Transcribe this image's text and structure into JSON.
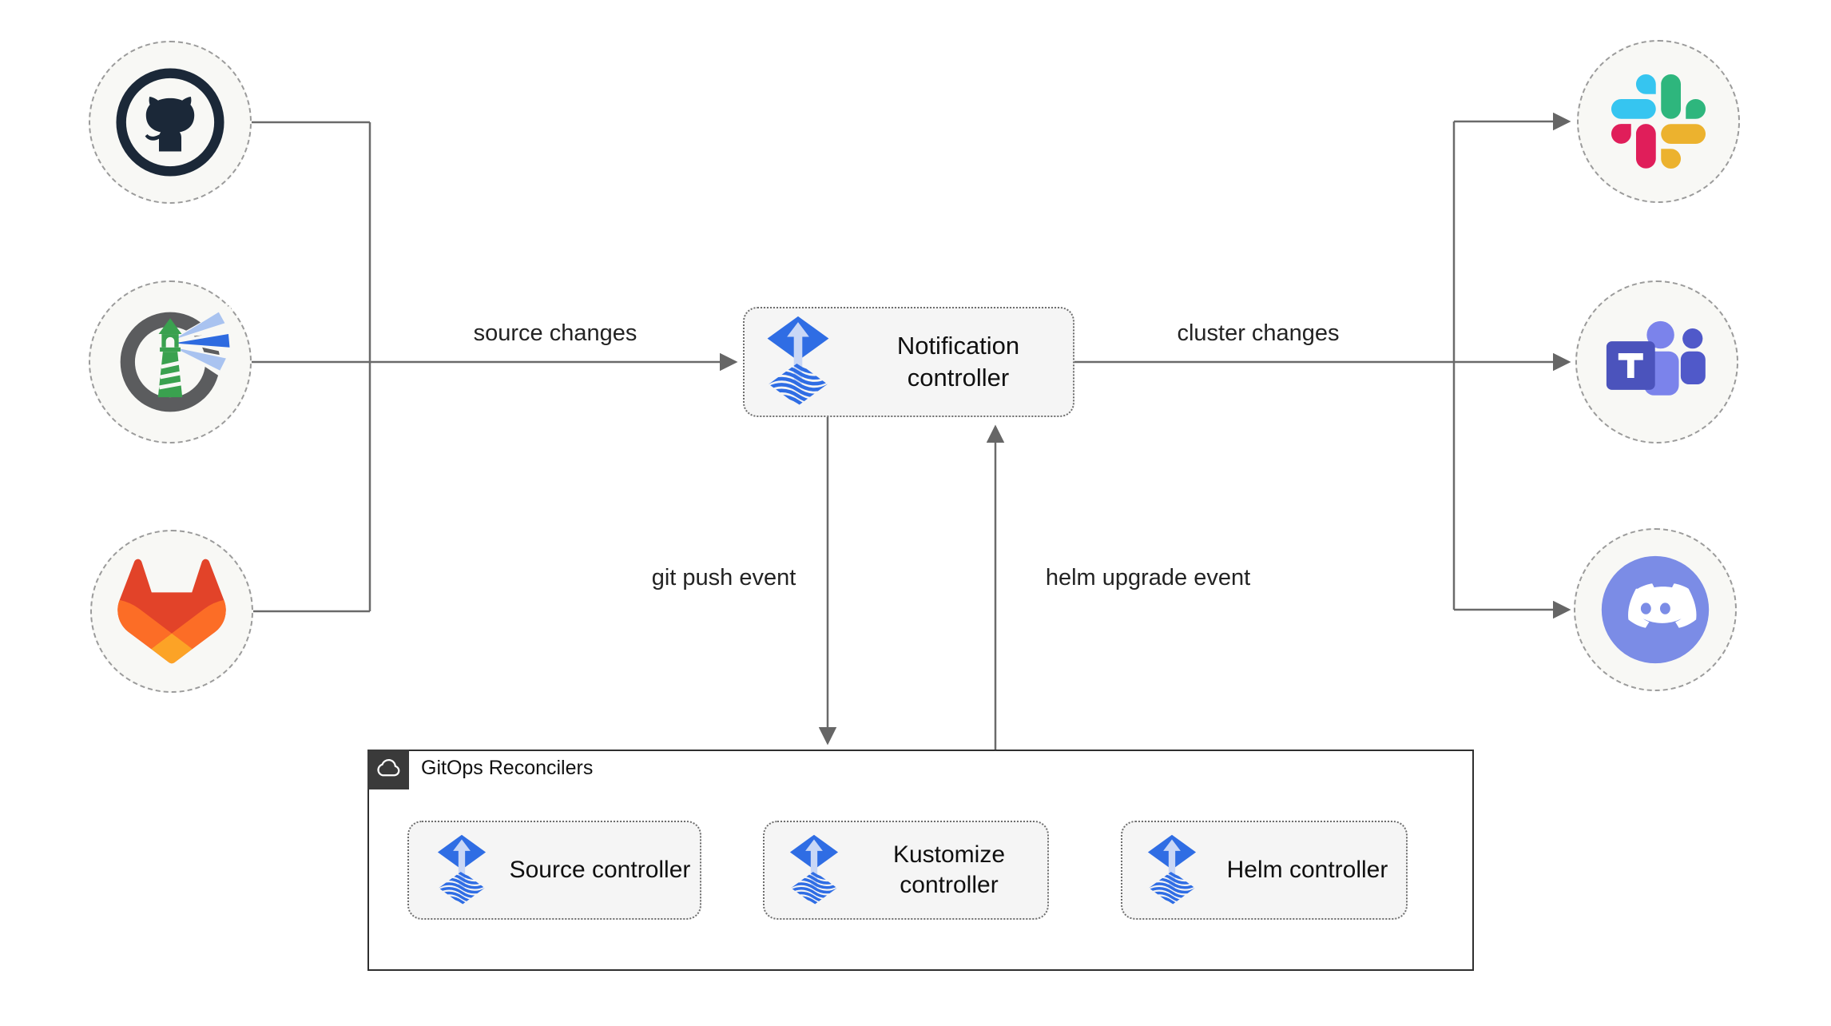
{
  "edges": {
    "source_changes": "source changes",
    "cluster_changes": "cluster changes",
    "git_push_event": "git push event",
    "helm_upgrade_event": "helm upgrade event"
  },
  "notification_controller": {
    "label": "Notification controller",
    "icon": "flux-icon"
  },
  "gitops_reconcilers": {
    "label": "GitOps Reconcilers",
    "icon": "cloud-icon",
    "controllers": [
      {
        "label": "Source controller",
        "icon": "flux-icon"
      },
      {
        "label": "Kustomize controller",
        "icon": "flux-icon"
      },
      {
        "label": "Helm controller",
        "icon": "flux-icon"
      }
    ]
  },
  "source_nodes": [
    {
      "icon": "github-icon"
    },
    {
      "icon": "harbor-icon"
    },
    {
      "icon": "gitlab-icon"
    }
  ],
  "notify_nodes": [
    {
      "icon": "slack-icon"
    },
    {
      "icon": "teams-icon"
    },
    {
      "icon": "discord-icon"
    }
  ],
  "colors": {
    "flux_blue": "#2f6de4",
    "flux_light": "#c9d7f6",
    "line_gray": "#6a6a6a",
    "node_fill": "#f8f8f5",
    "box_fill": "#f5f5f5",
    "github_dark": "#1b2838",
    "harbor_green": "#3aa14f",
    "gitlab": [
      "#e24329",
      "#fc6d26",
      "#fca326"
    ],
    "slack": [
      "#36C5F0",
      "#2EB67D",
      "#ECB22E",
      "#E01E5A"
    ],
    "teams": [
      "#4b53bc",
      "#7b83eb",
      "#5059c9"
    ],
    "discord": "#7b8ce6"
  }
}
